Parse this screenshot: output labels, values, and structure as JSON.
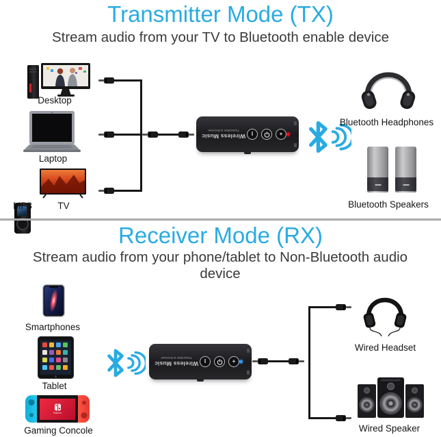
{
  "colors": {
    "accent": "#29abe2",
    "divider": "#ababab",
    "heading_text": "#3a3a3a",
    "label_text": "#151515",
    "led_tx": "#e8101c",
    "led_rx": "#2f9bf0"
  },
  "tx": {
    "title": "Transmitter Mode (TX)",
    "subtitle": "Stream audio from your TV to Bluetooth enable device",
    "sources": [
      {
        "label": "Desktop",
        "icon": "desktop-computer-icon"
      },
      {
        "label": "Laptop",
        "icon": "laptop-icon"
      },
      {
        "label": "MP3",
        "icon": "mp3-player-icon"
      },
      {
        "label": "TV",
        "icon": "tv-icon"
      }
    ],
    "outputs": [
      {
        "label": "Bluetooth Headphones",
        "icon": "bluetooth-headphones-icon"
      },
      {
        "label": "Bluetooth Speakers",
        "icon": "bluetooth-speakers-icon"
      }
    ]
  },
  "rx": {
    "title": "Receiver Mode (RX)",
    "subtitle": "Stream audio from your phone/tablet to Non-Bluetooth audio device",
    "console_logo_text": "Switch",
    "sources": [
      {
        "label": "Smartphones",
        "icon": "smartphone-icon"
      },
      {
        "label": "Tablet",
        "icon": "tablet-icon"
      },
      {
        "label": "Gaming Concole",
        "icon": "game-console-icon"
      }
    ],
    "outputs": [
      {
        "label": "Wired Headset",
        "icon": "wired-headset-icon"
      },
      {
        "label": "Wired Speaker",
        "icon": "wired-speaker-icon"
      }
    ]
  },
  "device": {
    "brand_line1": "Wireless Music",
    "brand_line2": "Transmitter & Receiver",
    "button_play": "I",
    "button_plus": "+"
  }
}
